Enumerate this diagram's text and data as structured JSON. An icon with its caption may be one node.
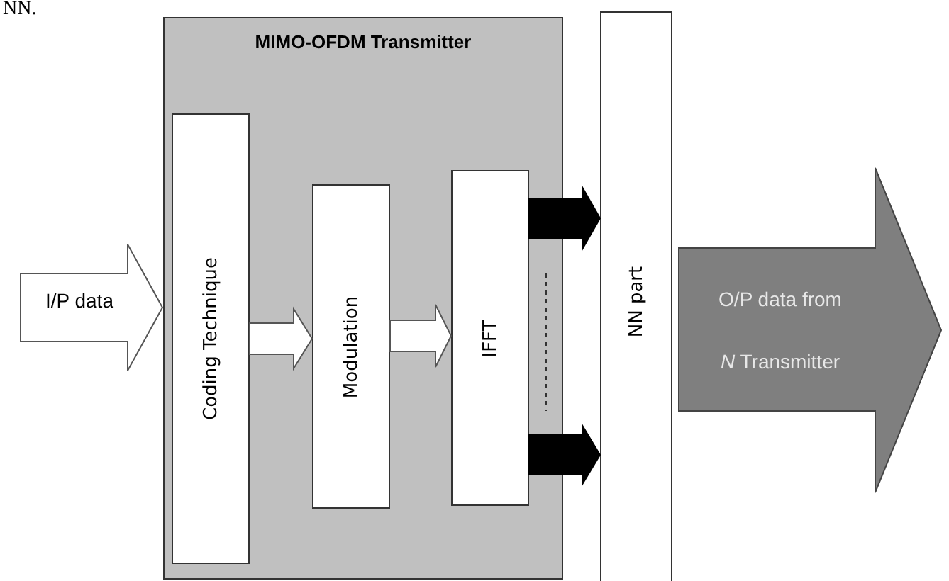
{
  "diagram": {
    "nodes": [
      {
        "text": [
          "I/P data"
        ]
      },
      {
        "text": [
          "MIMO-OFDM Transmitter"
        ]
      },
      {
        "text": [
          "Coding Technique"
        ],
        "in": 1
      },
      {
        "text": [
          "Modulation"
        ],
        "in": 1
      },
      {
        "text": [
          "IFFT"
        ],
        "in": 1
      },
      {
        "text": [
          "NN part"
        ]
      },
      {
        "text": [
          "O/P data from *N* Transmitter"
        ]
      }
    ],
    "edges": [
      {
        "from": 2,
        "to": 3,
        "arrow": "to"
      },
      {
        "from": 3,
        "to": 4,
        "arrow": "to"
      },
      {
        "from": 4,
        "to": 5,
        "arrow": "to",
        "color": "#000000"
      },
      {
        "from": 4,
        "to": 5,
        "arrow": "to",
        "color": "#000000"
      }
    ],
    "labels": [
      "NN."
    ]
  }
}
